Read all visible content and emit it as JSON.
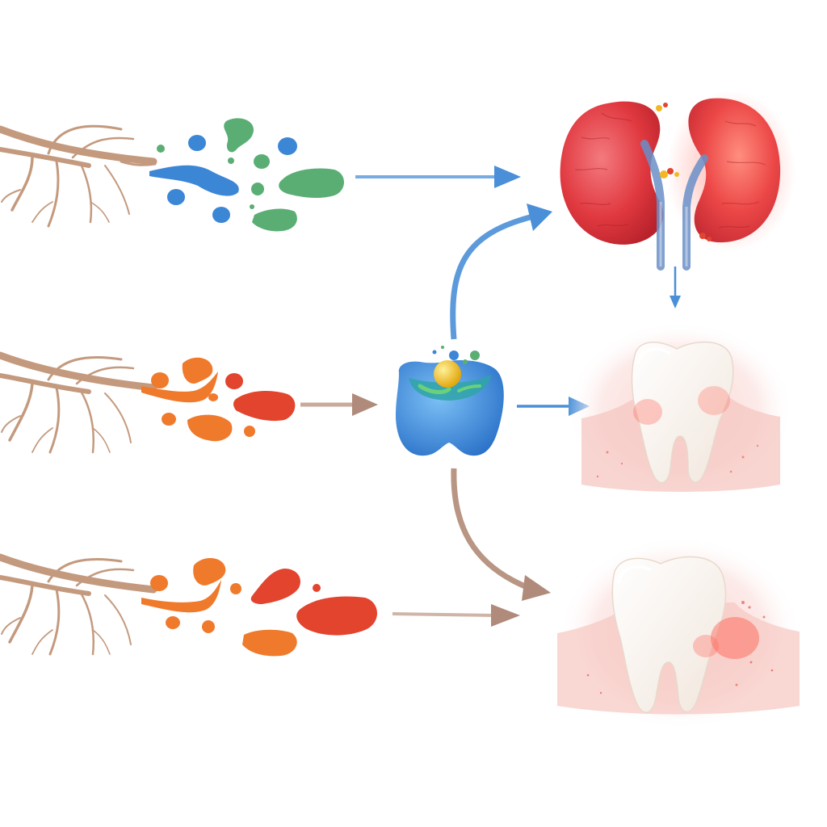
{
  "diagram": {
    "labels": [],
    "colors": {
      "background": "#ffffff",
      "root": "#c49a7e",
      "root_dark": "#a9795d",
      "blue_flow": "#4a8fd8",
      "blue_drop": "#3c86d6",
      "green_drop": "#5aae74",
      "orange_drop": "#f07a2c",
      "red_drop": "#e2442e",
      "brown_flow": "#b99583",
      "transporter": "#3e8fe0",
      "transporter_inner": "#2fa5a8",
      "ball": "#f3c21c",
      "kidney": "#e0383f",
      "ureter": "#6a8fc8",
      "tooth": "#fbf7f3",
      "gum": "#f2a9a3",
      "inflammation": "#e8423a"
    },
    "icons": [
      "root-icon-top",
      "root-icon-middle",
      "root-icon-bottom",
      "transporter-icon",
      "kidney-icon",
      "tooth-icon-middle",
      "tooth-icon-bottom"
    ]
  }
}
